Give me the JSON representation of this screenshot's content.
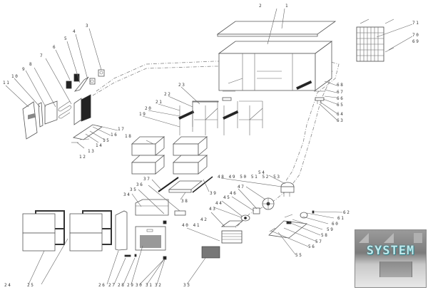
{
  "diagram": {
    "title": "Refrigerated counter exploded parts diagram",
    "part_labels": {
      "p1": "1",
      "p2": "2",
      "p3": "3",
      "p4": "4",
      "p5": "5",
      "p6": "6",
      "p7": "7",
      "p8": "8",
      "p9": "9",
      "p10": "10",
      "p11": "11",
      "p12": "12",
      "p13": "13",
      "p14": "14",
      "p15": "15",
      "p16": "16",
      "p17": "17",
      "p18": "18",
      "p19": "19",
      "p20": "20",
      "p21": "21",
      "p22": "22",
      "p23": "23",
      "p24": "24",
      "p25": "25",
      "p26": "26",
      "p27": "27",
      "p28": "28",
      "p29": "29",
      "p30": "30",
      "p31": "31",
      "p32": "32",
      "p33": "33",
      "p34": "34",
      "p35": "35",
      "p36": "36",
      "p37": "37",
      "p38": "38",
      "p39": "39",
      "p40_41": "40 41",
      "p42": "42",
      "p43": "43",
      "p44": "44",
      "p45": "45",
      "p46": "46",
      "p47": "47",
      "p48_53": "48 49 50 51 52 53",
      "p54": "54",
      "p55": "55",
      "p56": "56",
      "p57": "57",
      "p58": "58",
      "p59": "59",
      "p60": "60",
      "p61": "61",
      "p62": "62",
      "p63": "63",
      "p64": "64",
      "p65": "65",
      "p66": "66",
      "p67": "67",
      "p68": "68",
      "p69": "69",
      "p70": "70",
      "p71": "71"
    },
    "logo": {
      "text": "SYSTEM",
      "text_color": "#bfe9ec",
      "box_color": "#8c8c8c"
    }
  }
}
